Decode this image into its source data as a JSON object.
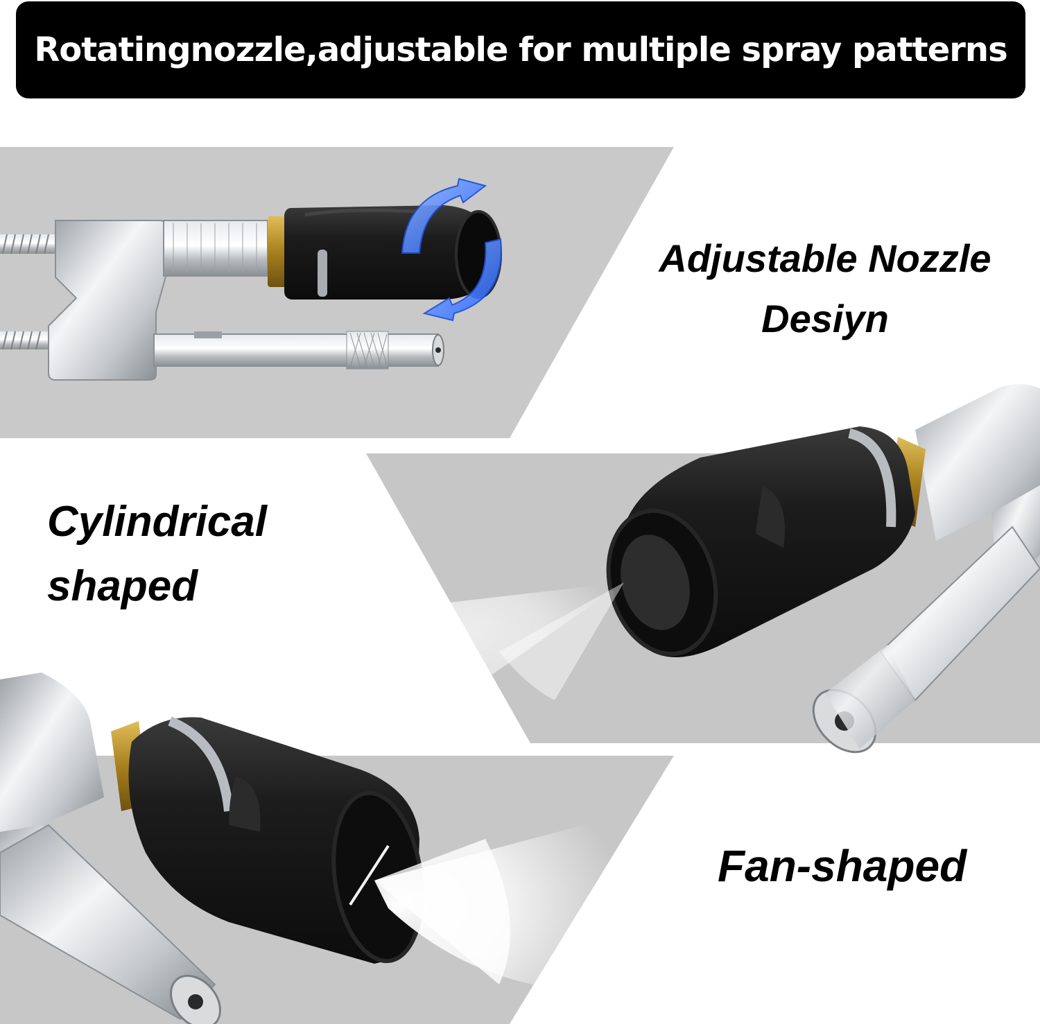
{
  "banner": {
    "title": "Rotatingnozzle,adjustable for multiple spray patterns"
  },
  "panels": {
    "adjustable": {
      "line1": "Adjustable Nozzle",
      "line2": "Desiyn",
      "rotate_arrow_color": "#3a7bff"
    },
    "cylindrical": {
      "line1": "Cylindrical",
      "line2": "shaped"
    },
    "fan": {
      "line1": "Fan-shaped"
    }
  },
  "colors": {
    "banner_bg": "#000000",
    "banner_text": "#ffffff",
    "panel_gray": "#c8c8c8",
    "nozzle_black": "#1b1b1b",
    "brass": "#b8902a",
    "steel": "#bfc3c7"
  }
}
